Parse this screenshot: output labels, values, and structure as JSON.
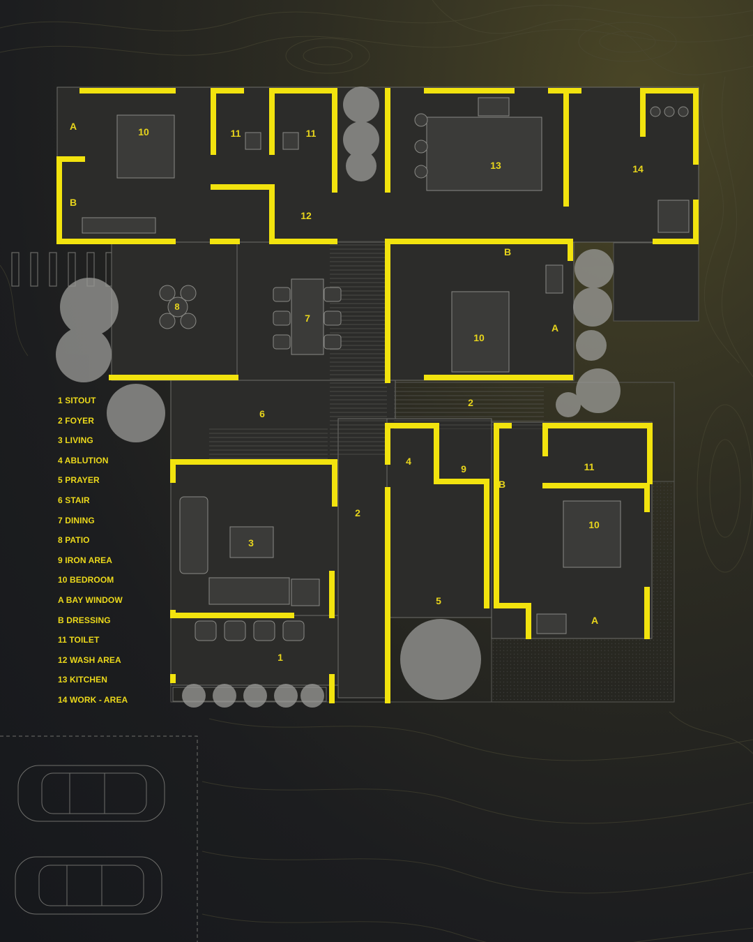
{
  "colors": {
    "wall": "#f2e30e",
    "floor": "#2b2b29",
    "label": "#e8d51c",
    "line": "#8a8a86"
  },
  "legend": [
    {
      "key": "1",
      "name": "SITOUT"
    },
    {
      "key": "2",
      "name": "FOYER"
    },
    {
      "key": "3",
      "name": "LIVING"
    },
    {
      "key": "4",
      "name": "ABLUTION"
    },
    {
      "key": "5",
      "name": "PRAYER"
    },
    {
      "key": "6",
      "name": "STAIR"
    },
    {
      "key": "7",
      "name": "DINING"
    },
    {
      "key": "8",
      "name": "PATIO"
    },
    {
      "key": "9",
      "name": "IRON AREA"
    },
    {
      "key": "10",
      "name": "BEDROOM"
    },
    {
      "key": "A",
      "name": "BAY WINDOW"
    },
    {
      "key": "B",
      "name": "DRESSING"
    },
    {
      "key": "11",
      "name": "TOILET"
    },
    {
      "key": "12",
      "name": "WASH AREA"
    },
    {
      "key": "13",
      "name": "KITCHEN"
    },
    {
      "key": "14",
      "name": "WORK - AREA"
    }
  ],
  "room_labels": {
    "bedroom_nw": "10",
    "bay_nw": "A",
    "dressing_nw": "B",
    "toilet_1": "11",
    "toilet_2": "11",
    "wash": "12",
    "kitchen": "13",
    "work": "14",
    "patio": "8",
    "dining": "7",
    "dressing_center": "B",
    "bedroom_center": "10",
    "bay_center": "A",
    "stair": "6",
    "foyer_1": "2",
    "foyer_2": "2",
    "living": "3",
    "ablution": "4",
    "iron": "9",
    "prayer": "5",
    "dressing_se": "B",
    "toilet_se": "11",
    "bedroom_se": "10",
    "bay_se": "A",
    "sitout": "1"
  }
}
